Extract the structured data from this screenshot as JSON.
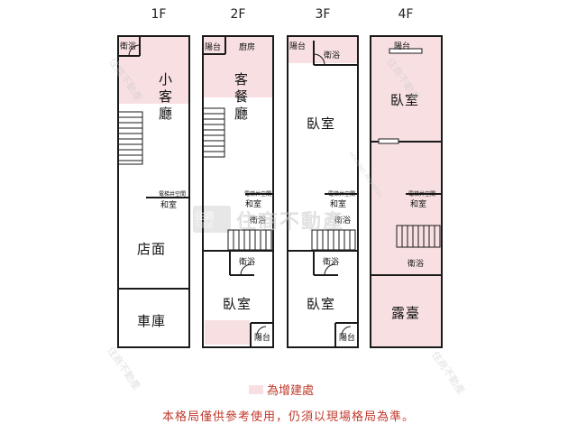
{
  "floors": {
    "f1": {
      "label": "1F",
      "rooms": {
        "bath": "衛浴",
        "small_living": "小客廳",
        "japanese": "和室",
        "stair_note": "電梯井空間",
        "shop": "店面",
        "garage": "車庫"
      }
    },
    "f2": {
      "label": "2F",
      "rooms": {
        "balcony": "陽台",
        "kitchen": "廚房",
        "living_dining": "客餐廳",
        "japanese": "和室",
        "stair_note": "電梯井空間",
        "bath_small": "衛浴",
        "bath": "衛浴",
        "bedroom": "臥室",
        "balcony_bottom": "陽台"
      }
    },
    "f3": {
      "label": "3F",
      "rooms": {
        "balcony": "陽台",
        "bath_top": "衛浴",
        "bedroom_top": "臥室",
        "japanese": "和室",
        "stair_note": "電梯井空間",
        "bath_small": "衛浴",
        "bath": "衛浴",
        "bedroom_bottom": "臥室",
        "balcony_bottom": "陽台"
      }
    },
    "f4": {
      "label": "4F",
      "rooms": {
        "balcony": "陽台",
        "bedroom": "臥室",
        "japanese": "和室",
        "stair_note": "電梯井空間",
        "bath": "衛浴",
        "terrace": "露臺"
      }
    }
  },
  "legend": {
    "text": "為增建處",
    "color": "#f8dfe2"
  },
  "note": "本格局僅供參考使用，仍須以現場格局為準。",
  "watermark": {
    "brand": "住商不動產",
    "logo_top": "住商",
    "logo_bottom": "不動產",
    "english": "HOUSING BUSINESS"
  },
  "colors": {
    "wall": "#1a1a1a",
    "addition": "#f8dfe2",
    "accent_red": "#c0392b"
  }
}
